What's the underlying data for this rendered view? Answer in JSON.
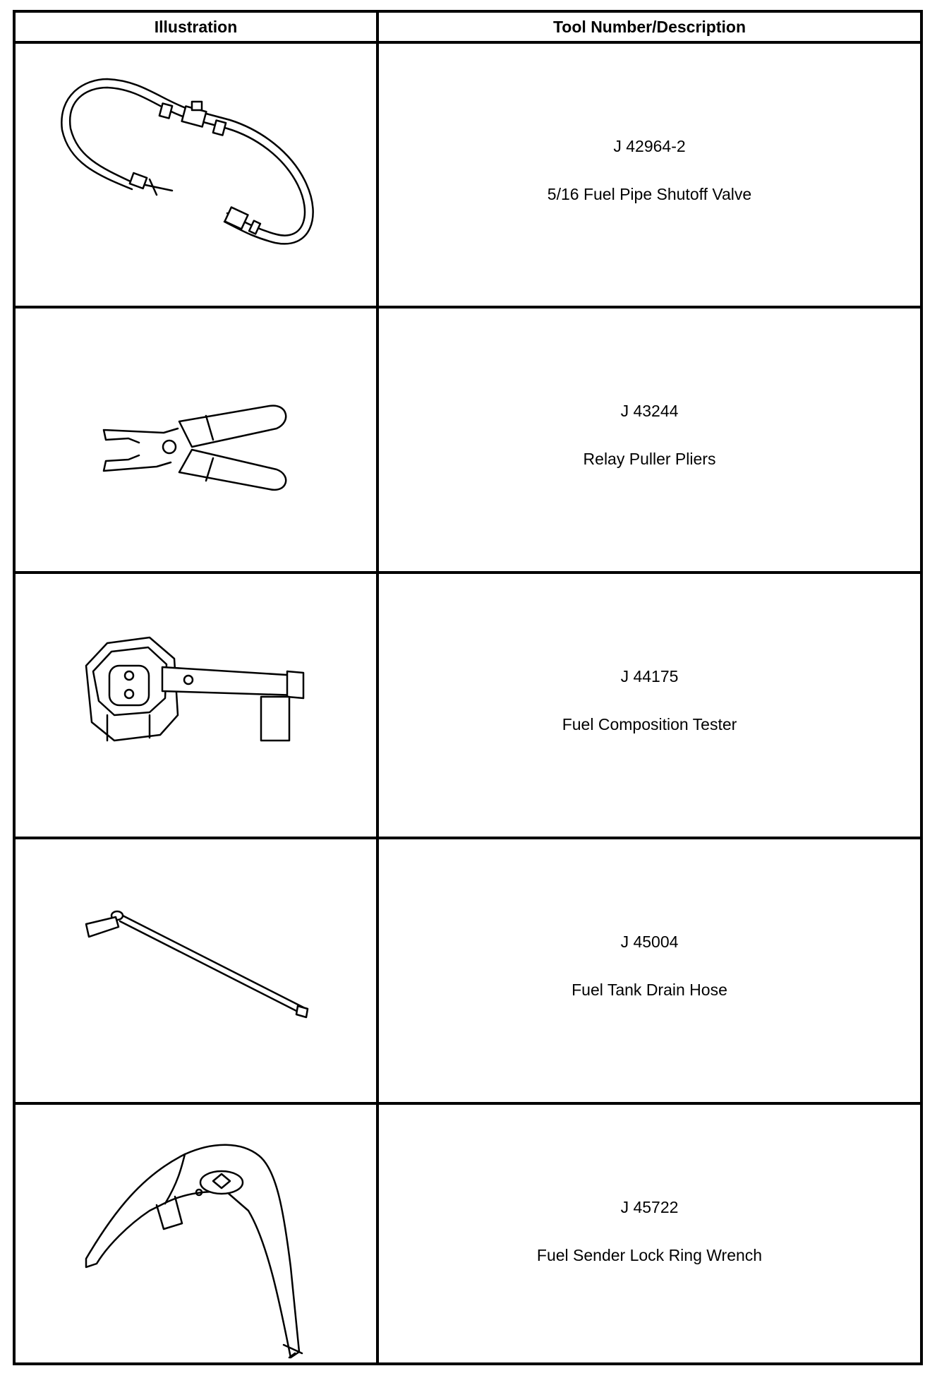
{
  "table": {
    "header": {
      "illustration": "Illustration",
      "description": "Tool Number/Description"
    },
    "rows": [
      {
        "tool_number": "J 42964-2",
        "description": "5/16 Fuel Pipe Shutoff Valve",
        "illustration_icon": "fuel-pipe-shutoff-valve-icon"
      },
      {
        "tool_number": "J 43244",
        "description": "Relay Puller Pliers",
        "illustration_icon": "relay-puller-pliers-icon"
      },
      {
        "tool_number": "J 44175",
        "description": "Fuel Composition Tester",
        "illustration_icon": "fuel-composition-tester-icon"
      },
      {
        "tool_number": "J 45004",
        "description": "Fuel Tank Drain Hose",
        "illustration_icon": "fuel-tank-drain-hose-icon"
      },
      {
        "tool_number": "J 45722",
        "description": "Fuel Sender Lock Ring Wrench",
        "illustration_icon": "lock-ring-wrench-icon"
      }
    ]
  }
}
